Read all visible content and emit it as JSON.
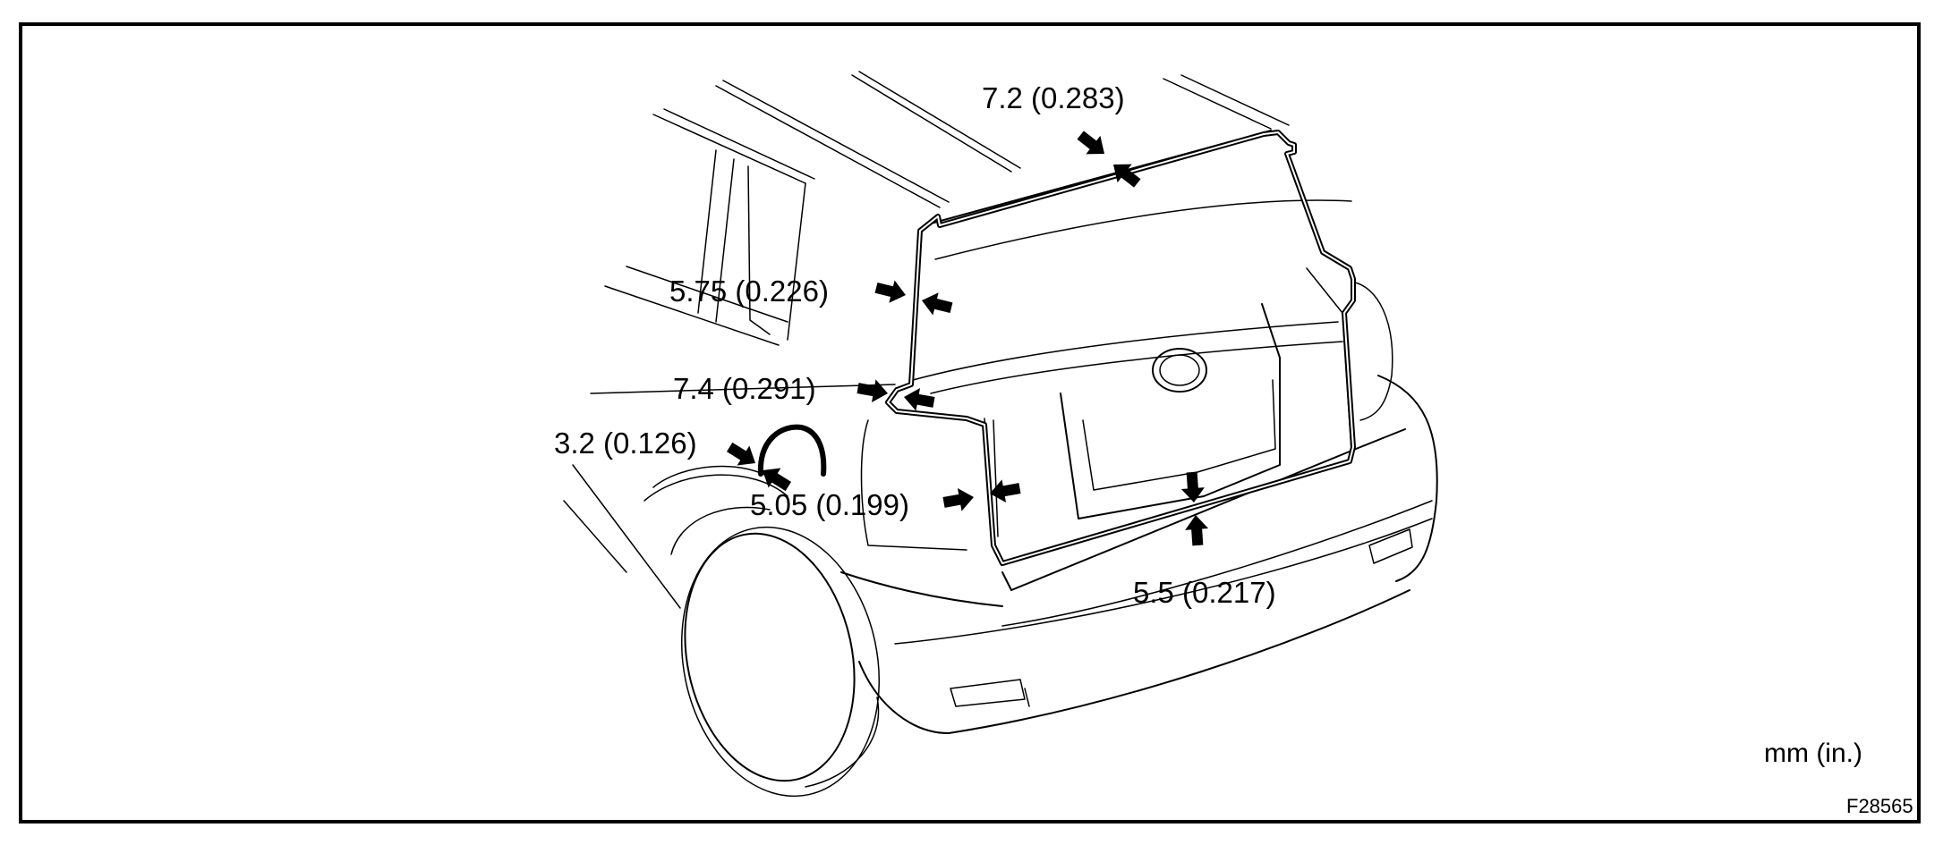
{
  "diagram": {
    "measurements": [
      {
        "id": "top",
        "text": "7.2 (0.283)"
      },
      {
        "id": "upper-left",
        "text": "5.75 (0.226)"
      },
      {
        "id": "mid-left",
        "text": "7.4 (0.291)"
      },
      {
        "id": "fuel-lid",
        "text": "3.2 (0.126)"
      },
      {
        "id": "lower-left",
        "text": "5.05 (0.199)"
      },
      {
        "id": "bottom",
        "text": "5.5 (0.217)"
      }
    ],
    "unit_label": "mm (in.)",
    "figure_code": "F28565"
  }
}
